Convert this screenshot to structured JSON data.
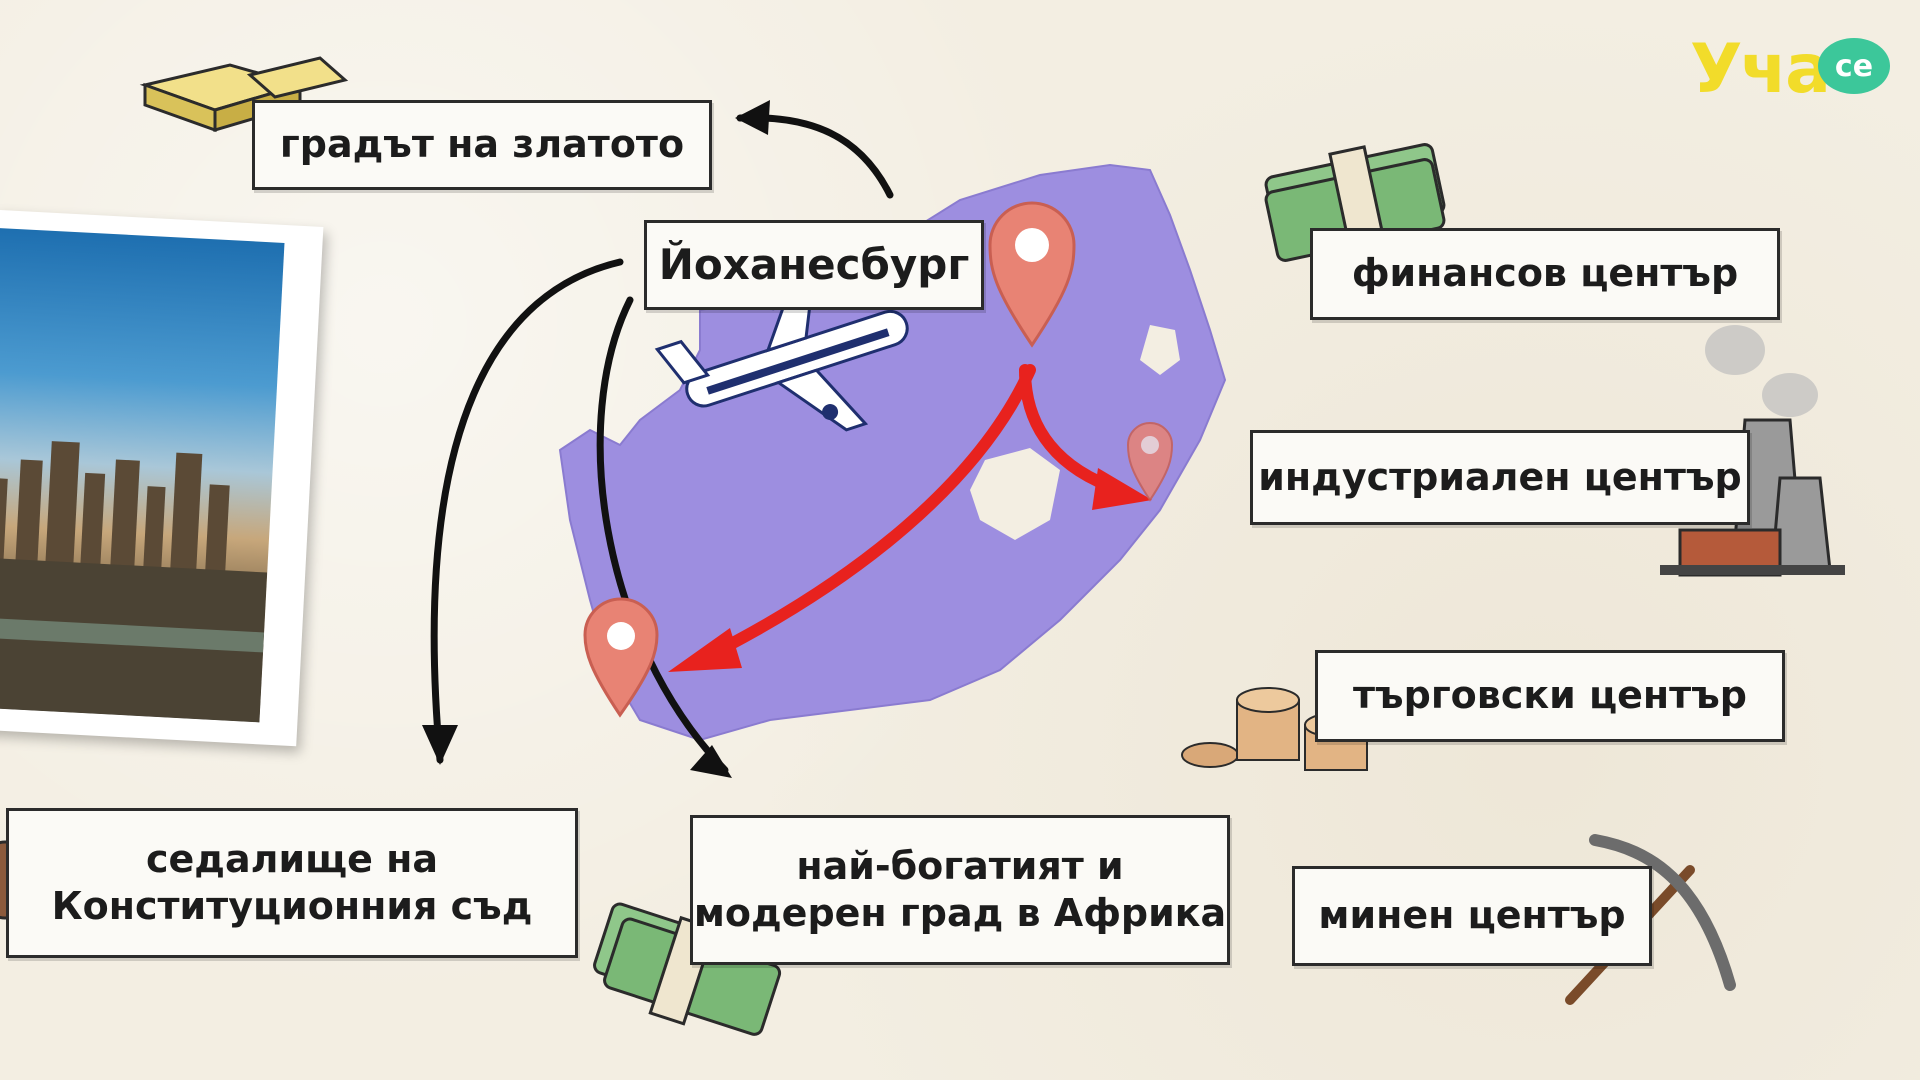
{
  "logo": {
    "text": "Уча",
    "badge": "се"
  },
  "center": {
    "city": "Йоханесбург"
  },
  "labels": {
    "gold_city": "градът на златото",
    "finance": "финансов център",
    "industry": "индустриален център",
    "trade": "търговски център",
    "mining": "минен център",
    "court_line1": "седалище на",
    "court_line2": "Конституционния съд",
    "richest_line1": "най-богатият и",
    "richest_line2": "модерен град в Африка"
  },
  "colors": {
    "map_fill": "#9d8ee0",
    "arrow_red": "#e8221e",
    "pin": "#e88374",
    "label_bg": "#fbfaf6",
    "logo_yellow": "#f2dc2a",
    "logo_green": "#3cc79a"
  },
  "icons": [
    "gold-bars-icon",
    "money-stack-icon",
    "factory-icon",
    "coins-icon",
    "pickaxe-icon",
    "airplane-icon",
    "location-pin-icon"
  ]
}
